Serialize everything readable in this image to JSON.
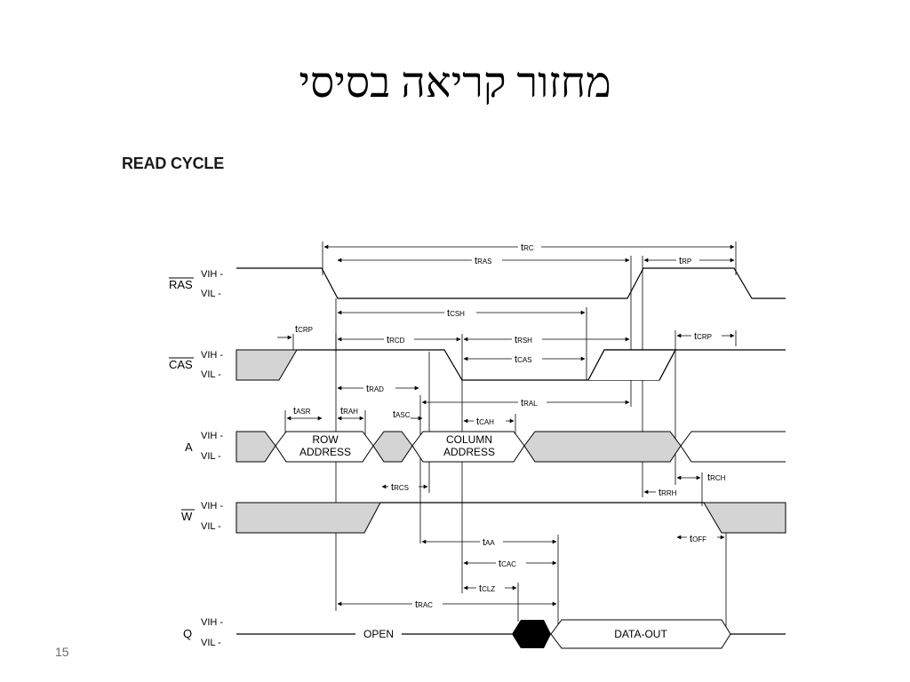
{
  "slide": {
    "title": "מחזור קריאה בסיסי",
    "caption": "READ CYCLE",
    "page_number": "15"
  },
  "levels": {
    "high": "VIH -",
    "low": "VIL -"
  },
  "signals": {
    "ras": "RAS",
    "cas": "CAS",
    "a": "A",
    "w": "W",
    "q": "Q"
  },
  "bus_labels": {
    "row_address": [
      "ROW",
      "ADDRESS"
    ],
    "column_address": [
      "COLUMN",
      "ADDRESS"
    ],
    "open": "OPEN",
    "data_out": "DATA-OUT"
  },
  "timing": {
    "rc": "RC",
    "ras": "RAS",
    "rp": "RP",
    "csh": "CSH",
    "crp": "CRP",
    "rcd": "RCD",
    "rsh": "RSH",
    "cas": "CAS",
    "rad": "RAD",
    "ral": "RAL",
    "asr": "ASR",
    "rah": "RAH",
    "asc": "ASC",
    "cah": "CAH",
    "rch": "RCH",
    "rcs": "RCS",
    "rrh": "RRH",
    "off": "OFF",
    "aa": "AA",
    "cac": "CAC",
    "clz": "CLZ",
    "rac": "RAC"
  },
  "colors": {
    "shade": "#d4d4d4",
    "line": "#000000",
    "hiz": "#000000"
  }
}
